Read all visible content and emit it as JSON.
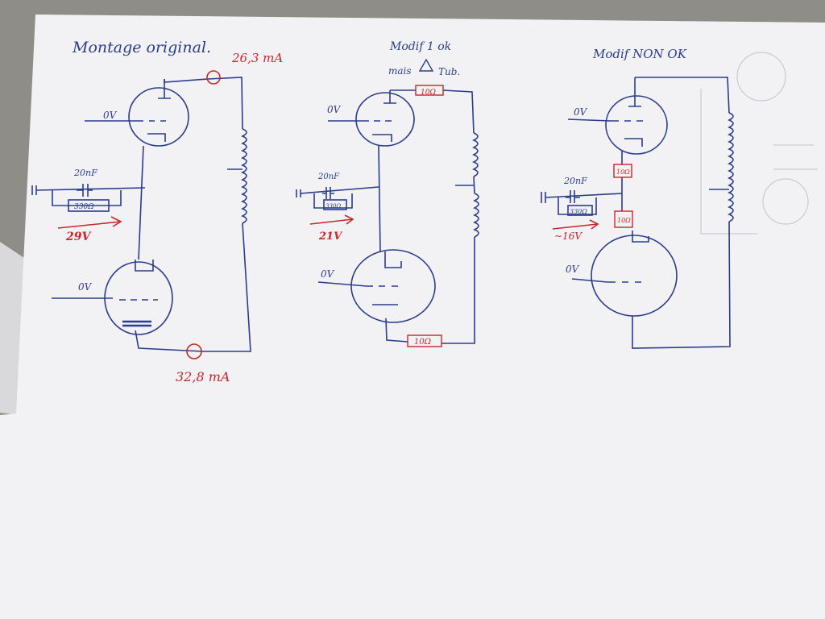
{
  "colors": {
    "ink_blue": "#2b3c8c",
    "ink_red": "#c8262b",
    "paper": "#f2f2f4",
    "table": "#8f8d88"
  },
  "circuit_original": {
    "title": "Montage original.",
    "top_current": "26,3 mA",
    "bottom_current": "32,8 mA",
    "top_tube_grid": "0V",
    "bottom_tube_grid": "0V",
    "capacitor_value": "20nF",
    "resistor_value": "330Ω",
    "voltage": "29V"
  },
  "circuit_modif1": {
    "title_line1": "Modif 1 ok",
    "title_line2": "mais",
    "title_line3": "Tub.",
    "top_tube_grid": "0V",
    "bottom_tube_grid": "0V",
    "capacitor_value": "20nF",
    "resistor_value": "330Ω",
    "voltage": "21V",
    "top_resistor": "10Ω",
    "bottom_resistor": "10Ω"
  },
  "circuit_modif2": {
    "title": "Modif NON OK",
    "top_tube_grid": "0V",
    "bottom_tube_grid": "0V",
    "capacitor_value": "20nF",
    "resistor_value": "330Ω",
    "voltage": "~16V",
    "upper_resistor": "10Ω",
    "lower_resistor": "10Ω"
  }
}
